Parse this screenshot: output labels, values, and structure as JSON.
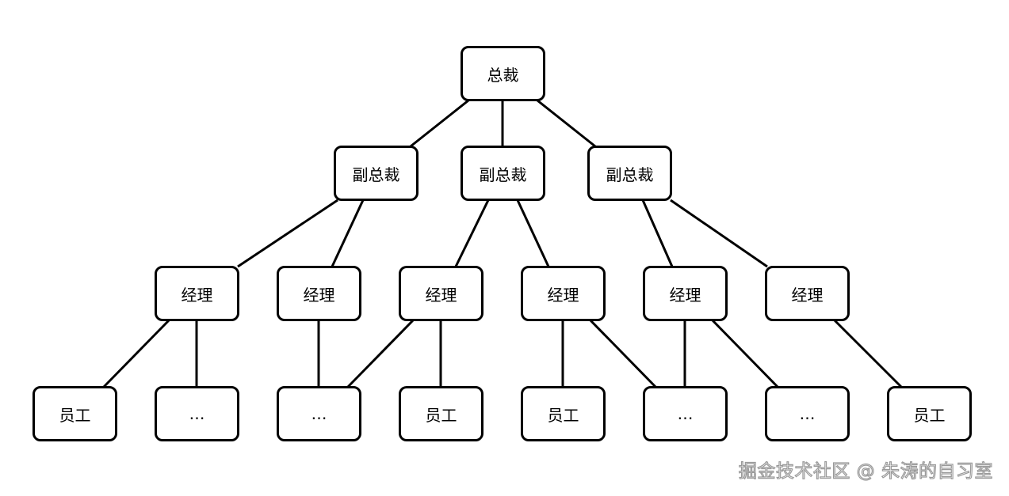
{
  "diagram": {
    "nodes": [
      {
        "id": "n0",
        "label": "总裁"
      },
      {
        "id": "v1",
        "label": "副总裁"
      },
      {
        "id": "v2",
        "label": "副总裁"
      },
      {
        "id": "v3",
        "label": "副总裁"
      },
      {
        "id": "m1",
        "label": "经理"
      },
      {
        "id": "m2",
        "label": "经理"
      },
      {
        "id": "m3",
        "label": "经理"
      },
      {
        "id": "m4",
        "label": "经理"
      },
      {
        "id": "m5",
        "label": "经理"
      },
      {
        "id": "m6",
        "label": "经理"
      },
      {
        "id": "e1",
        "label": "员工"
      },
      {
        "id": "e2",
        "label": "…"
      },
      {
        "id": "e3",
        "label": "…"
      },
      {
        "id": "e4",
        "label": "员工"
      },
      {
        "id": "e5",
        "label": "员工"
      },
      {
        "id": "e6",
        "label": "…"
      },
      {
        "id": "e7",
        "label": "…"
      },
      {
        "id": "e8",
        "label": "员工"
      }
    ],
    "edges": [
      [
        "n0",
        "v1"
      ],
      [
        "n0",
        "v2"
      ],
      [
        "n0",
        "v3"
      ],
      [
        "v1",
        "m1"
      ],
      [
        "v1",
        "m2"
      ],
      [
        "v2",
        "m3"
      ],
      [
        "v2",
        "m4"
      ],
      [
        "v3",
        "m5"
      ],
      [
        "v3",
        "m6"
      ],
      [
        "m1",
        "e1"
      ],
      [
        "m1",
        "e2"
      ],
      [
        "m2",
        "e3"
      ],
      [
        "m3",
        "e3"
      ],
      [
        "m3",
        "e4"
      ],
      [
        "m4",
        "e5"
      ],
      [
        "m4",
        "e6"
      ],
      [
        "m5",
        "e6"
      ],
      [
        "m5",
        "e7"
      ],
      [
        "m6",
        "e8"
      ]
    ]
  },
  "watermark": "掘金技术社区 @ 朱涛的自习室"
}
